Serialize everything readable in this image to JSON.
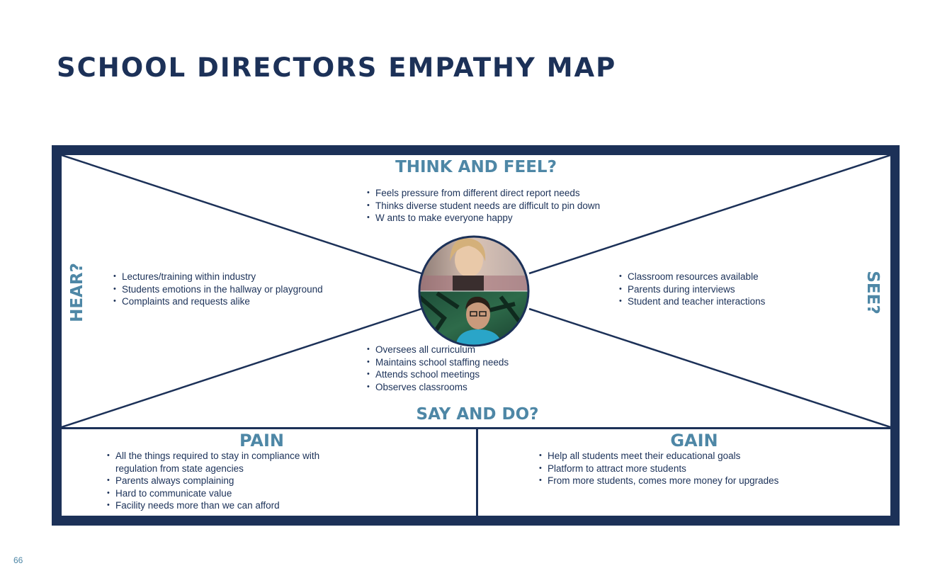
{
  "page": {
    "title": "SCHOOL DIRECTORS EMPATHY MAP",
    "page_number": "66"
  },
  "colors": {
    "navy": "#1c3158",
    "accent_blue": "#4e87a6",
    "background": "#ffffff"
  },
  "map": {
    "think_feel": {
      "heading": "THINK AND FEEL?",
      "items": [
        "Feels pressure from different direct report needs",
        "Thinks diverse student needs are difficult to pin down",
        "W ants to make everyone happy"
      ]
    },
    "hear": {
      "heading": "HEAR?",
      "items": [
        "Lectures/training within industry",
        "Students emotions in the hallway or playground",
        "Complaints and requests alike"
      ]
    },
    "see": {
      "heading": "SEE?",
      "items": [
        "Classroom resources available",
        "Parents during interviews",
        "Student and teacher interactions"
      ]
    },
    "say_do": {
      "heading": "SAY AND DO?",
      "items": [
        "Oversees all curriculum",
        "Maintains school staffing needs",
        "Attends school meetings",
        "Observes classrooms"
      ]
    },
    "center_portrait": "persona-photo"
  },
  "pain": {
    "heading": "PAIN",
    "items": [
      "All the things required to stay in compliance with",
      "regulation from state agencies",
      "Parents always complaining",
      "Hard to communicate value",
      "Facility needs more than we can afford"
    ]
  },
  "gain": {
    "heading": "GAIN",
    "items": [
      "Help all students meet their educational goals",
      "Platform to attract more students",
      "From more students, comes more money for upgrades"
    ]
  }
}
